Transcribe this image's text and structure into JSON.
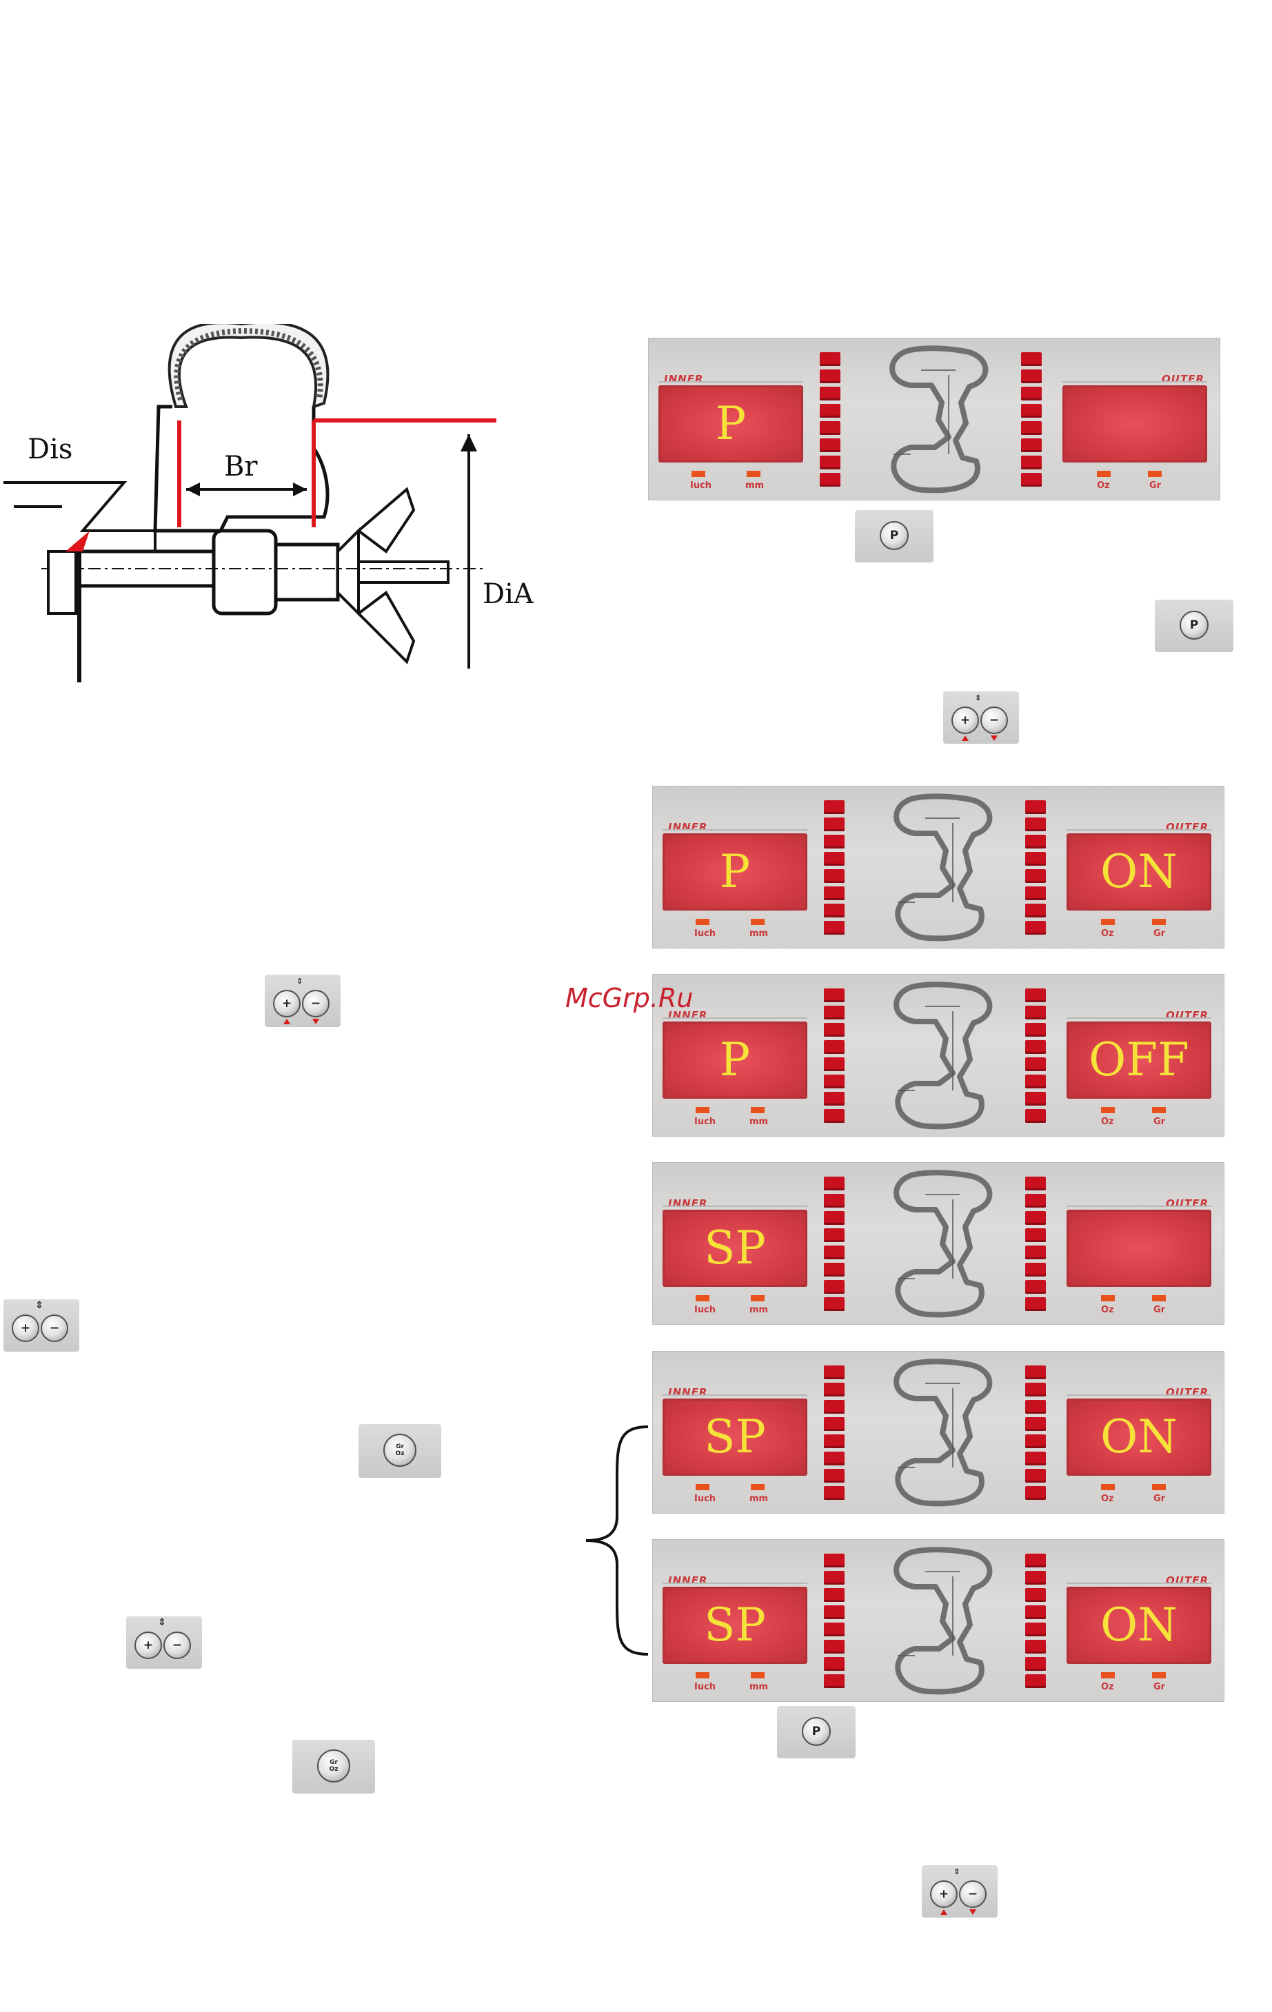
{
  "diagram": {
    "labels": {
      "dis": "Dis",
      "br": "Br",
      "dia": "DiA"
    },
    "accent_color": "#e0161e"
  },
  "watermark": "McGrp.Ru",
  "panel_labels": {
    "inner": "INNER",
    "outer": "OUTER",
    "inch": "Iuch",
    "mm": "mm",
    "oz": "Oz",
    "gr": "Gr"
  },
  "panels": [
    {
      "left": "P",
      "right": ""
    },
    {
      "left": "P",
      "right": "ON"
    },
    {
      "left": "P",
      "right": "OFF"
    },
    {
      "left": "SP",
      "right": ""
    },
    {
      "left": "SP",
      "right": "ON"
    },
    {
      "left": "SP",
      "right": "ON"
    }
  ],
  "keys": {
    "p_label": "P",
    "plus": "+",
    "minus": "−",
    "gr_top": "Gr",
    "gr_bottom": "Oz"
  },
  "colors": {
    "screen_red": "#d43c45",
    "digit_yellow": "#f6e33a",
    "bar_red": "#c8101e"
  }
}
